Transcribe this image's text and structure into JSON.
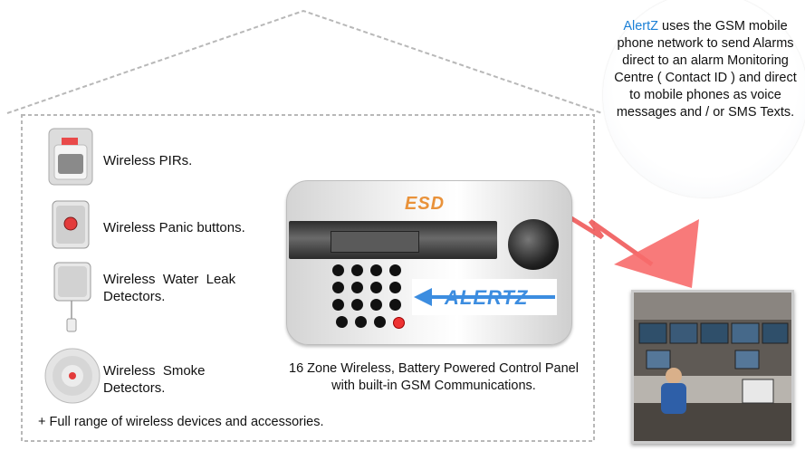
{
  "bubble": {
    "brand": "AlertZ",
    "text": " uses the GSM mobile phone network to send Alarms direct to an alarm Monitoring Centre ( Contact ID ) and direct to mobile phones as voice messages and / or SMS Texts."
  },
  "devices": [
    {
      "label": "Wireless PIRs."
    },
    {
      "label": "Wireless Panic buttons."
    },
    {
      "label": "Wireless  Water  Leak Detectors."
    },
    {
      "label": "Wireless  Smoke Detectors."
    }
  ],
  "panel": {
    "logo": "ESD",
    "brand": "ALERTZ"
  },
  "caption": "16 Zone Wireless, Battery Powered Control Panel with built-in GSM Communications.",
  "footnote": "+ Full range of wireless devices and accessories.",
  "colors": {
    "brand_blue": "#1a7fd6",
    "logo_orange": "#e9923a",
    "arrow_red": "#f05a5a",
    "panic_red": "#e33b3b"
  },
  "icons": [
    "pir-sensor-icon",
    "panic-button-icon",
    "water-leak-detector-icon",
    "smoke-detector-icon",
    "monitoring-centre-photo"
  ]
}
